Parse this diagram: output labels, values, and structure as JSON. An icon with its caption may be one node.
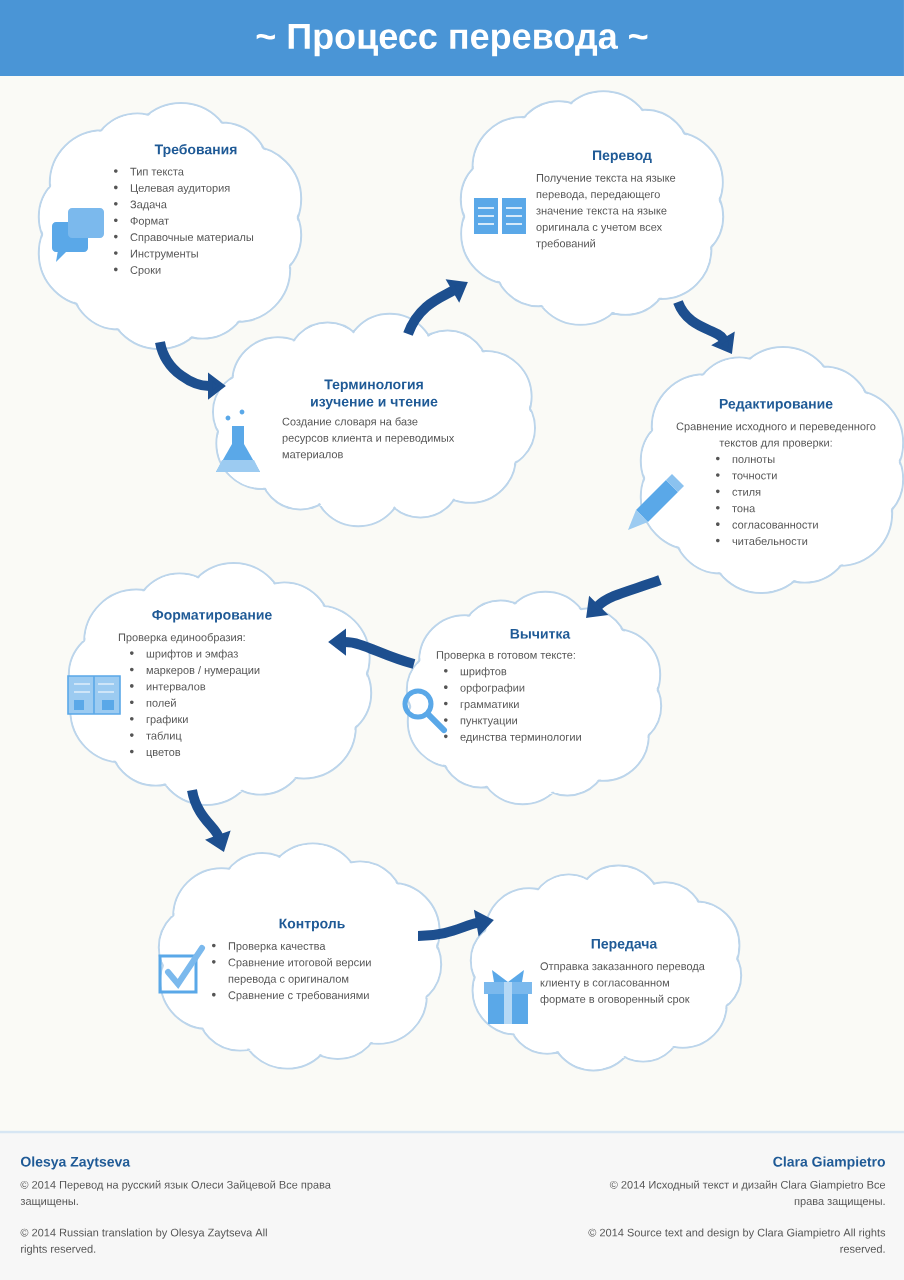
{
  "diagram": {
    "title": "~ Процесс перевода ~",
    "nodes": [
      {
        "text": [
          "Требования",
          "Тип текста",
          "Целевая аудитория",
          "Задача",
          "Формат",
          "Справочные материалы",
          "Инструменты",
          "Сроки"
        ]
      },
      {
        "text": [
          "Терминология изучение и чтение",
          "Создание словаря на базе ресурсов клиента и переводимых материалов"
        ]
      },
      {
        "text": [
          "Перевод",
          "Получение текста на языке перевода, передающего значение текста на языке оригинала с учетом всех требований"
        ]
      },
      {
        "text": [
          "Редактирование",
          "Сравнение исходного и переведенного текстов для проверки:",
          "полноты",
          "точности",
          "стиля",
          "тона",
          "согласованности",
          "читабельности"
        ]
      },
      {
        "text": [
          "Вычитка",
          "Проверка в готовом тексте:",
          "шрифтов",
          "орфографии",
          "грамматики",
          "пунктуации",
          "единства терминологии"
        ]
      },
      {
        "text": [
          "Форматирование",
          "Проверка единообразия:",
          "шрифтов и эмфаз",
          "маркеров / нумерации",
          "интервалов",
          "полей",
          "графики",
          "таблиц",
          "цветов"
        ]
      },
      {
        "text": [
          "Контроль",
          "Проверка качества",
          "Сравнение итоговой версии перевода с оригиналом",
          "Сравнение с требованиями"
        ]
      },
      {
        "text": [
          "Передача",
          "Отправка заказанного перевода клиенту в согласованном формате в оговоренный срок"
        ]
      }
    ],
    "edges": [
      {
        "from": 0,
        "to": 1,
        "arrow": "to"
      },
      {
        "from": 1,
        "to": 2,
        "arrow": "to"
      },
      {
        "from": 2,
        "to": 3,
        "arrow": "to"
      },
      {
        "from": 3,
        "to": 4,
        "arrow": "to"
      },
      {
        "from": 4,
        "to": 5,
        "arrow": "to"
      },
      {
        "from": 5,
        "to": 6,
        "arrow": "to"
      },
      {
        "from": 6,
        "to": 7,
        "arrow": "to"
      }
    ],
    "labels": [
      "Olesya Zaytseva",
      "© 2014 Перевод на русский язык Олеси Зайцевой Все права защищены.",
      "© 2014 Russian translation by Olesya Zaytseva All rights reserved.",
      "Clara Giampietro",
      "© 2014 Исходный текст и дизайн Clara Giampietro Все права защищены.",
      "© 2014 Source text and design by Clara Giampietro All rights reserved."
    ]
  }
}
